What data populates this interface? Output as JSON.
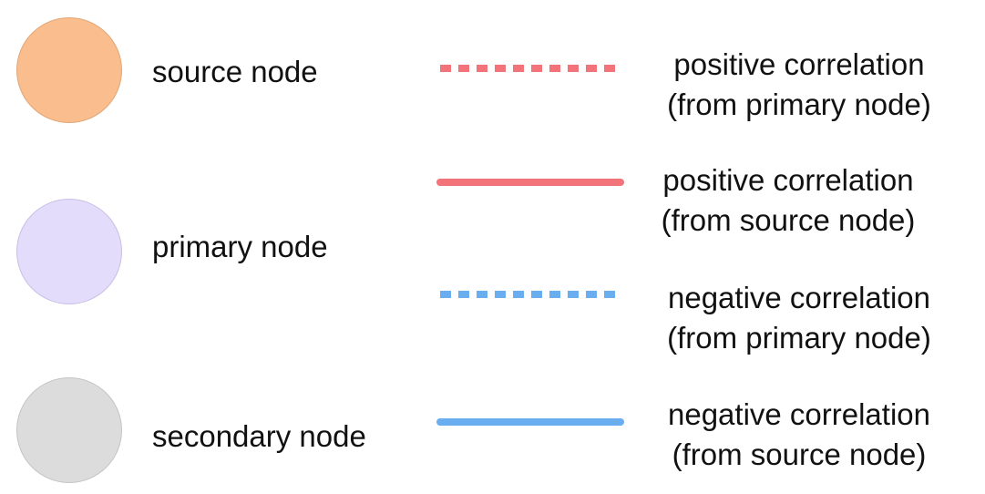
{
  "nodes": [
    {
      "label": "source node",
      "fill": "#f9bd8e",
      "stroke": "#e0a676"
    },
    {
      "label": "primary node",
      "fill": "#e4dcfb",
      "stroke": "#c9bfe6"
    },
    {
      "label": "secondary node",
      "fill": "#dcdcdc",
      "stroke": "#c4c4c4"
    }
  ],
  "edges": [
    {
      "style": "dashed",
      "color": "#f2737a",
      "line1": "positive correlation",
      "line2": "(from primary node)"
    },
    {
      "style": "solid",
      "color": "#f2737a",
      "line1": "positive correlation",
      "line2": "(from source node)"
    },
    {
      "style": "dashed",
      "color": "#6aaef0",
      "line1": "negative correlation",
      "line2": "(from primary node)"
    },
    {
      "style": "solid",
      "color": "#6aaef0",
      "line1": "negative correlation",
      "line2": "(from source node)"
    }
  ]
}
